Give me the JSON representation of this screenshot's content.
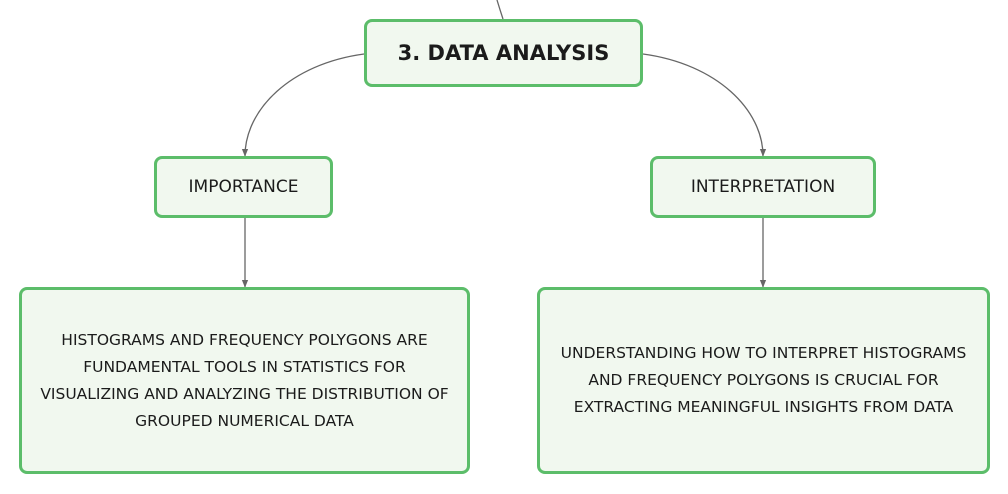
{
  "diagram": {
    "root": {
      "label": "3. DATA ANALYSIS"
    },
    "branches": [
      {
        "label": "IMPORTANCE",
        "detail": "HISTOGRAMS AND FREQUENCY POLYGONS ARE FUNDAMENTAL TOOLS IN STATISTICS FOR VISUALIZING AND ANALYZING THE DISTRIBUTION OF GROUPED NUMERICAL DATA"
      },
      {
        "label": "INTERPRETATION",
        "detail": "UNDERSTANDING HOW TO INTERPRET HISTOGRAMS AND FREQUENCY POLYGONS IS CRUCIAL FOR EXTRACTING MEANINGFUL INSIGHTS FROM DATA"
      }
    ],
    "colors": {
      "node_border": "#5cbd6a",
      "node_fill": "#f1f8ef",
      "connector": "#666666",
      "text": "#1b1b1b"
    }
  }
}
